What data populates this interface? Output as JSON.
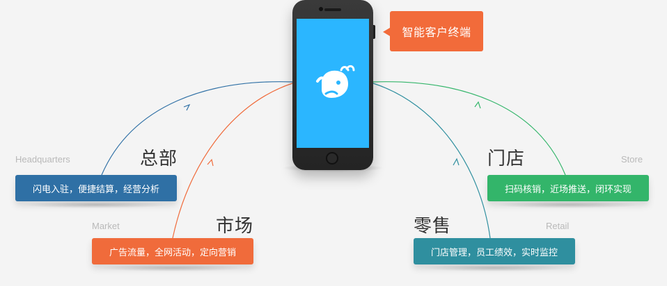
{
  "callout": {
    "label": "智能客户终端"
  },
  "colors": {
    "background": "#f4f4f4",
    "phone_screen": "#2bb6ff",
    "callout": "#f26b3a",
    "headquarters": "#2f70a5",
    "market": "#f06b3b",
    "retail": "#2f8f9f",
    "store": "#33b56a"
  },
  "nodes": {
    "headquarters": {
      "en": "Headquarters",
      "cn": "总部",
      "box": "闪电入驻，便捷结算，经营分析"
    },
    "market": {
      "en": "Market",
      "cn": "市场",
      "box": "广告流量，全网活动，定向营销"
    },
    "retail": {
      "en": "Retail",
      "cn": "零售",
      "box": "门店管理，员工绩效，实时监控"
    },
    "store": {
      "en": "Store",
      "cn": "门店",
      "box": "扫码核销，近场推送，闭环实现"
    }
  },
  "icons": {
    "app": "whale-icon",
    "arrow": "arrowhead-icon"
  }
}
